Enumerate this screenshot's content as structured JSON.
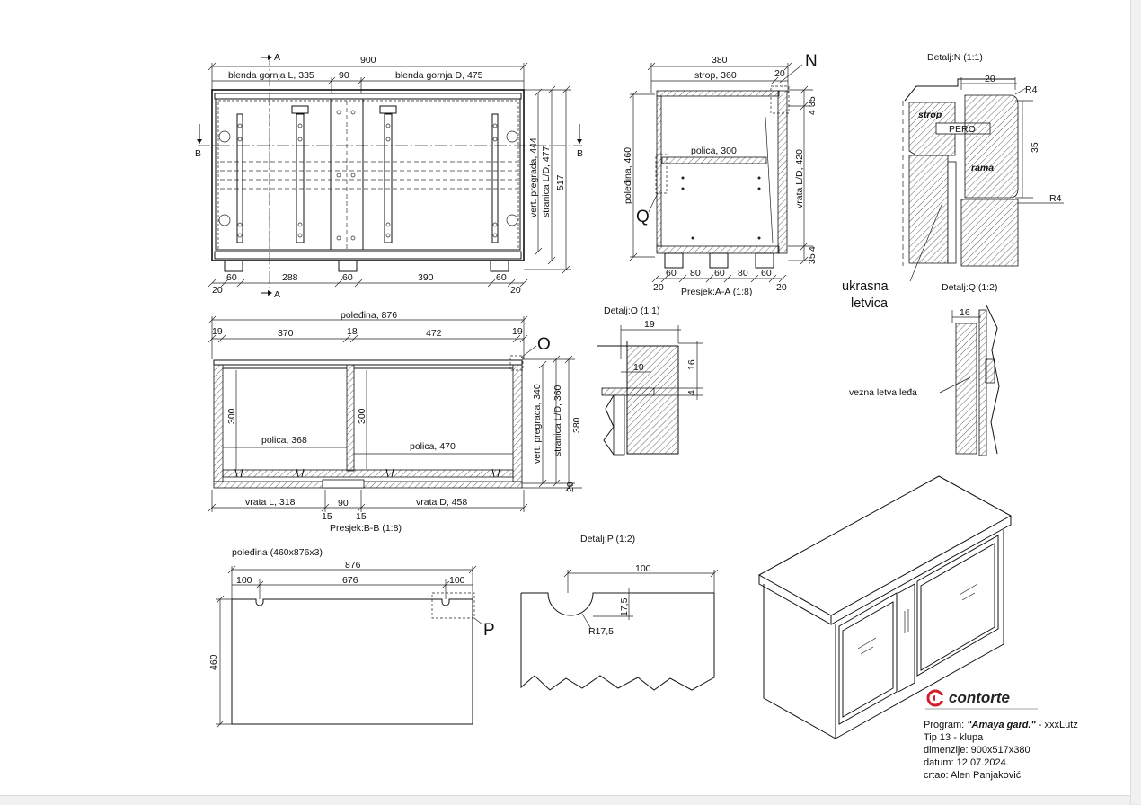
{
  "front_view": {
    "overall_width": "900",
    "top_left_panel": "blenda gornja L, 335",
    "top_mid": "90",
    "top_right_panel": "blenda gornja D, 475",
    "section_a": "A",
    "section_b": "B",
    "vert_partition": "vert. pregrada, 444",
    "side_panel": "stranica L/D, 477",
    "height": "517",
    "bottom_dims": [
      "20",
      "60",
      "288",
      "60",
      "390",
      "60",
      "20"
    ]
  },
  "section_aa": {
    "depth": "380",
    "top": "strop, 360",
    "dim_20_top": "20",
    "marker_n": "N",
    "dim_35_top": "35",
    "dim_4_top": "4",
    "back": "poleđina, 460",
    "shelf": "polica, 300",
    "door": "vrata L/D, 420",
    "marker_q": "Q",
    "dim_4_bot": "4",
    "dim_35_bot": "35",
    "bottom_dims": [
      "60",
      "80",
      "60",
      "80",
      "60"
    ],
    "dim_20_left": "20",
    "dim_20_right": "20",
    "caption": "Presjek:A-A (1:8)"
  },
  "detail_n": {
    "title": "Detalj:N (1:1)",
    "dim_20": "20",
    "r4_top": "R4",
    "label_strop": "strop",
    "label_pero": "PERO",
    "label_rama": "rama",
    "dim_35": "35",
    "r4_bot": "R4",
    "callout": [
      "ukrasna",
      "letvica"
    ]
  },
  "detail_q": {
    "title": "Detalj:Q (1:2)",
    "dim_16": "16",
    "callout": "vezna letva leđa"
  },
  "section_bb": {
    "back": "poleđina, 876",
    "dims_top": [
      "19",
      "370",
      "18",
      "472",
      "19"
    ],
    "marker_o": "O",
    "h300_left": "300",
    "shelf_left": "polica, 368",
    "h300_right": "300",
    "shelf_right": "polica, 470",
    "vert_partition": "vert. pregrada, 340",
    "side": "stranica L/D, 360",
    "dim_380": "380",
    "dim_20": "20",
    "door_left": "vrata L, 318",
    "door_mid": "90",
    "door_right": "vrata D, 458",
    "dim_15_left": "15",
    "dim_15_right": "15",
    "caption": "Presjek:B-B (1:8)"
  },
  "detail_o": {
    "title": "Detalj:O (1:1)",
    "dim_19": "19",
    "dim_10": "10",
    "dim_16": "16",
    "dim_4": "4"
  },
  "back_panel": {
    "title": "poleđina (460x876x3)",
    "width": "876",
    "dims": [
      "100",
      "676",
      "100"
    ],
    "height": "460",
    "marker_p": "P"
  },
  "detail_p": {
    "title": "Detalj:P (1:2)",
    "dim_100": "100",
    "dim_175": "17,5",
    "radius": "R17,5"
  },
  "title_block": {
    "logo": "contorte",
    "program_label": "Program: ",
    "program_name": "\"Amaya gard.\"",
    "program_suffix": " - xxxLutz",
    "type": "Tip 13 - klupa",
    "dimensions": "dimenzije:  900x517x380",
    "date": "datum:  12.07.2024.",
    "drawn_by": "crtao: Alen Panjaković"
  }
}
